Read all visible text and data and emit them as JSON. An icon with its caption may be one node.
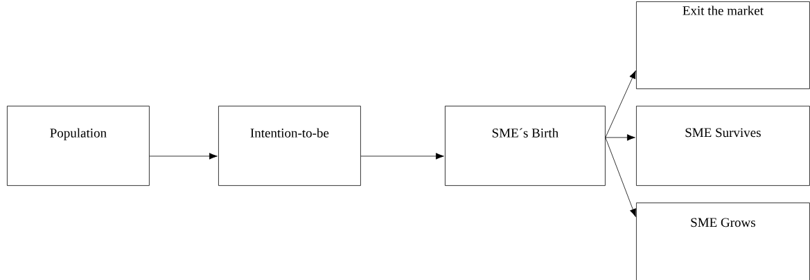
{
  "diagram": {
    "nodes": [
      {
        "text": [
          "Population"
        ]
      },
      {
        "text": [
          "Intention-to-be"
        ]
      },
      {
        "text": [
          "SME´s Birth"
        ]
      },
      {
        "text": [
          "Exit the market"
        ]
      },
      {
        "text": [
          "SME Survives"
        ]
      },
      {
        "text": [
          "SME Grows"
        ]
      }
    ],
    "edges": [
      {
        "from": 0,
        "to": 1,
        "arrow": "to"
      },
      {
        "from": 1,
        "to": 2,
        "arrow": "to"
      },
      {
        "from": 2,
        "to": 3,
        "arrow": "to"
      },
      {
        "from": 2,
        "to": 4,
        "arrow": "to"
      },
      {
        "from": 2,
        "to": 5,
        "arrow": "to"
      }
    ]
  }
}
